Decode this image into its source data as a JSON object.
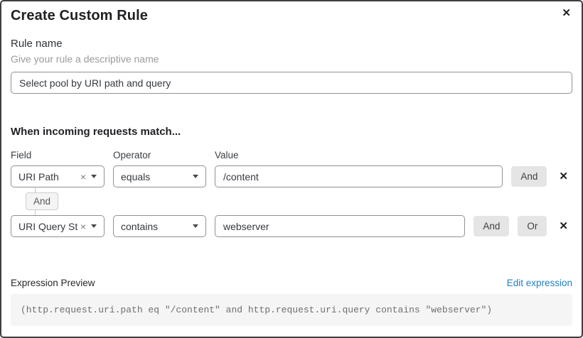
{
  "modal": {
    "title": "Create Custom Rule"
  },
  "icons": {
    "close": "✕",
    "remove_row": "✕",
    "clear_tag": "×"
  },
  "rule_name": {
    "label": "Rule name",
    "helper": "Give your rule a descriptive name",
    "value": "Select pool by URI path and query"
  },
  "matcher": {
    "heading": "When incoming requests match...",
    "columns": {
      "field": "Field",
      "operator": "Operator",
      "value": "Value"
    },
    "rows": [
      {
        "field": "URI Path",
        "operator": "equals",
        "value": "/content"
      },
      {
        "field": "URI Query St...",
        "operator": "contains",
        "value": "webserver"
      }
    ],
    "connector_label": "And",
    "and_label": "And",
    "or_label": "Or"
  },
  "expression": {
    "label": "Expression Preview",
    "edit_link": "Edit expression",
    "code": "(http.request.uri.path eq \"/content\" and http.request.uri.query contains \"webserver\")"
  },
  "colors": {
    "link_blue": "#2180c0",
    "button_gray": "#e5e5e5",
    "code_bg": "#f5f5f5",
    "border_gray": "#8f9195"
  }
}
